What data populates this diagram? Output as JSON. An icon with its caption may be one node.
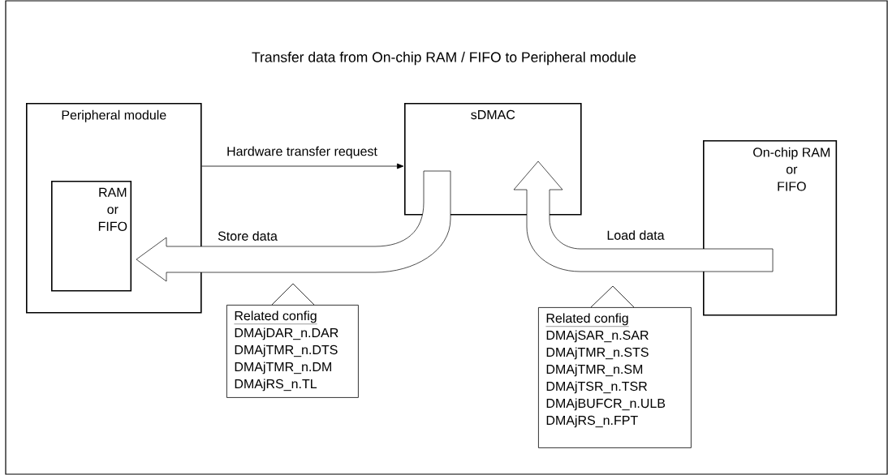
{
  "diagram": {
    "title": "Transfer data from On-chip RAM / FIFO to Peripheral module",
    "nodes": [
      {
        "text": [
          "Peripheral module"
        ]
      },
      {
        "text": [
          "RAM or FIFO"
        ],
        "in": 0
      },
      {
        "text": [
          "sDMAC"
        ]
      },
      {
        "text": [
          "On-chip RAM or FIFO"
        ]
      },
      {
        "text": [
          "Related config",
          "DMAjDAR_n.DAR",
          "DMAjTMR_n.DTS",
          "DMAjTMR_n.DM",
          "DMAjRS_n.TL"
        ]
      },
      {
        "text": [
          "Related config",
          "DMAjSAR_n.SAR",
          "DMAjTMR_n.STS",
          "DMAjTMR_n.SM",
          "DMAjTSR_n.TSR",
          "DMAjBUFCR_n.ULB",
          "DMAjRS_n.FPT"
        ]
      }
    ],
    "edges": [
      {
        "from": 0,
        "to": 2,
        "arrow": "to",
        "label": "Hardware transfer request"
      },
      {
        "from": 2,
        "to": 1,
        "arrow": "to",
        "label": "Store data",
        "style": "thick"
      },
      {
        "from": 3,
        "to": 2,
        "arrow": "to",
        "label": "Load data",
        "style": "thick"
      }
    ]
  }
}
